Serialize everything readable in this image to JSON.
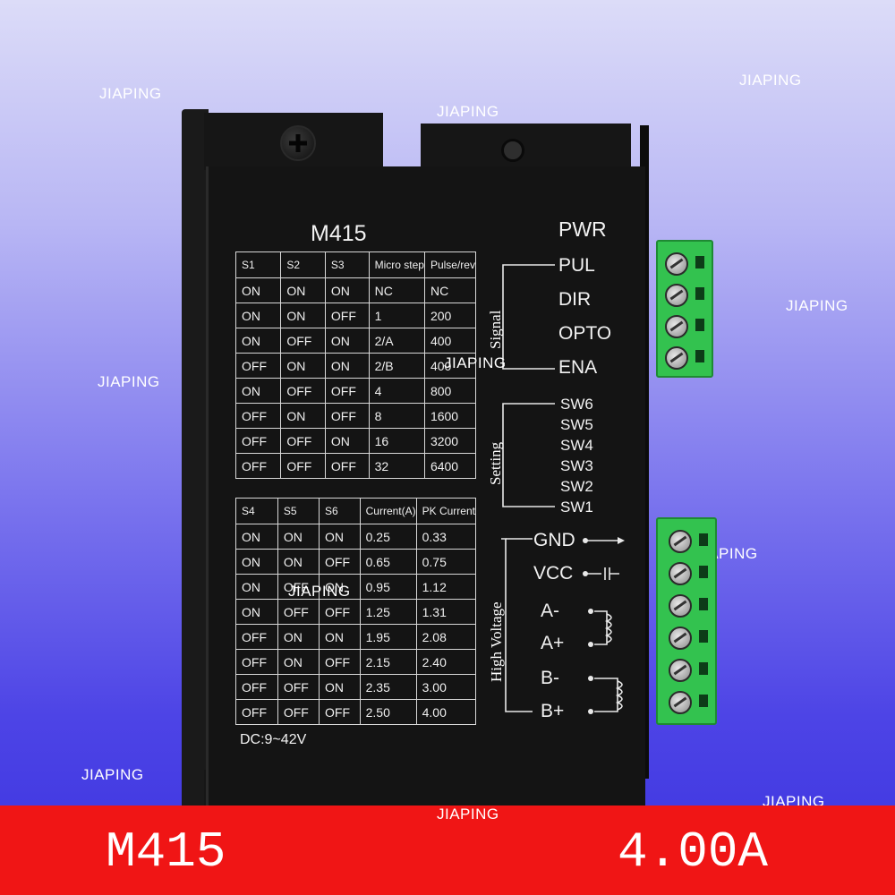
{
  "watermarks": [
    "JIAPING",
    "JIAPING",
    "JIAPING",
    "JIAPING",
    "JIAPING",
    "JIAPING",
    "JIAPING",
    "JIAPING",
    "JIAPING",
    "JIAPING"
  ],
  "device": {
    "model": "M415",
    "power_label": "PWR",
    "supply": "DC:9~42V",
    "microstep_table": {
      "headers": [
        "S1",
        "S2",
        "S3",
        "Micro step",
        "Pulse/rev"
      ],
      "rows": [
        [
          "ON",
          "ON",
          "ON",
          "NC",
          "NC"
        ],
        [
          "ON",
          "ON",
          "OFF",
          "1",
          "200"
        ],
        [
          "ON",
          "OFF",
          "ON",
          "2/A",
          "400"
        ],
        [
          "OFF",
          "ON",
          "ON",
          "2/B",
          "400"
        ],
        [
          "ON",
          "OFF",
          "OFF",
          "4",
          "800"
        ],
        [
          "OFF",
          "ON",
          "OFF",
          "8",
          "1600"
        ],
        [
          "OFF",
          "OFF",
          "ON",
          "16",
          "3200"
        ],
        [
          "OFF",
          "OFF",
          "OFF",
          "32",
          "6400"
        ]
      ]
    },
    "current_table": {
      "headers": [
        "S4",
        "S5",
        "S6",
        "Current(A)",
        "PK Current"
      ],
      "rows": [
        [
          "ON",
          "ON",
          "ON",
          "0.25",
          "0.33"
        ],
        [
          "ON",
          "ON",
          "OFF",
          "0.65",
          "0.75"
        ],
        [
          "ON",
          "OFF",
          "ON",
          "0.95",
          "1.12"
        ],
        [
          "ON",
          "OFF",
          "OFF",
          "1.25",
          "1.31"
        ],
        [
          "OFF",
          "ON",
          "ON",
          "1.95",
          "2.08"
        ],
        [
          "OFF",
          "ON",
          "OFF",
          "2.15",
          "2.40"
        ],
        [
          "OFF",
          "OFF",
          "ON",
          "2.35",
          "3.00"
        ],
        [
          "OFF",
          "OFF",
          "OFF",
          "2.50",
          "4.00"
        ]
      ]
    },
    "signal_group": "Signal",
    "signal_pins": [
      "PUL",
      "DIR",
      "OPTO",
      "ENA"
    ],
    "setting_group": "Setting",
    "switches": [
      "SW6",
      "SW5",
      "SW4",
      "SW3",
      "SW2",
      "SW1"
    ],
    "hv_group": "High Voltage",
    "hv_pins": [
      "GND",
      "VCC",
      "A-",
      "A+",
      "B-",
      "B+"
    ]
  },
  "banner": {
    "model": "M415",
    "current": "4.00A"
  },
  "colors": {
    "banner": "#f01515",
    "terminal": "#33c24f",
    "panel": "#141414"
  }
}
